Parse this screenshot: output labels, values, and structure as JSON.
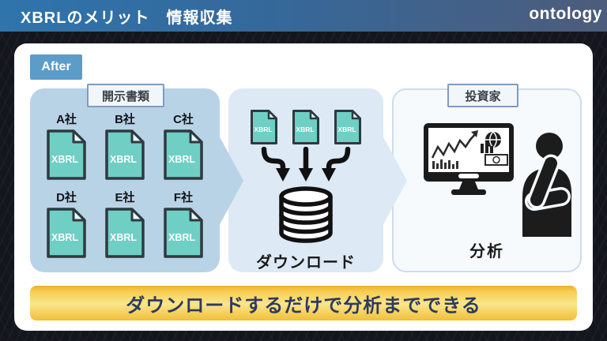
{
  "header": {
    "title": "XBRLのメリット　情報収集",
    "logo": "ontology"
  },
  "after_badge": "After",
  "disclosure": {
    "label": "開示書類",
    "doc_text": "XBRL",
    "companies": [
      "A社",
      "B社",
      "C社",
      "D社",
      "E社",
      "F社"
    ]
  },
  "download": {
    "label": "ダウンロード",
    "doc_text": "XBRL"
  },
  "analysis": {
    "label": "分析",
    "investor_label": "投資家"
  },
  "banner": {
    "text": "ダウンロードするだけで分析までできる"
  },
  "colors": {
    "header_blue": "#2f74ac",
    "header_navy": "#4d5c7b",
    "badge_blue": "#5b9cc9",
    "panel_blue": "#b9d3e6",
    "panel_light_blue": "#dde9f5",
    "doc_teal": "#6fcfc4",
    "banner_gold": "#f6cf55",
    "banner_text_navy": "#2e3b5e"
  }
}
